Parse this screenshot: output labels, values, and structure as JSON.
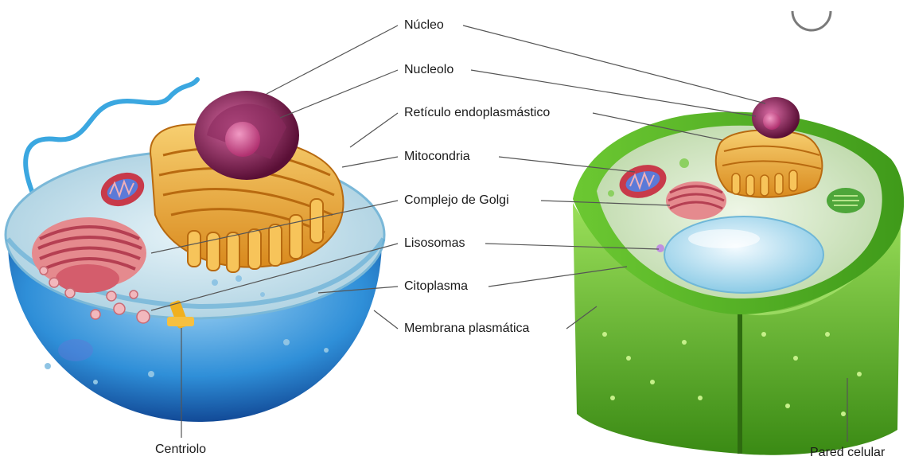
{
  "labels": {
    "nucleo": "Núcleo",
    "nucleolo": "Nucleolo",
    "reticulo": "Retículo endoplasmástico",
    "mitocondria": "Mitocondria",
    "golgi": "Complejo de Golgi",
    "lisosomas": "Lisosomas",
    "citoplasma": "Citoplasma",
    "membrana": "Membrana plasmática",
    "centriolo": "Centriolo",
    "pared": "Pared celular"
  },
  "colors": {
    "animal_membrane": "#2f8fd8",
    "animal_cytoplasm": "#cfe6f2",
    "plant_wall": "#5cb82a",
    "plant_cytoplasm": "#d8ecc8",
    "vacuole": "#bfe4f2",
    "nucleus": "#7a1f4f",
    "er": "#e9a83a",
    "golgi": "#d4606c",
    "mitochondria": "#c83a4a",
    "chloroplast": "#4ea63a"
  }
}
